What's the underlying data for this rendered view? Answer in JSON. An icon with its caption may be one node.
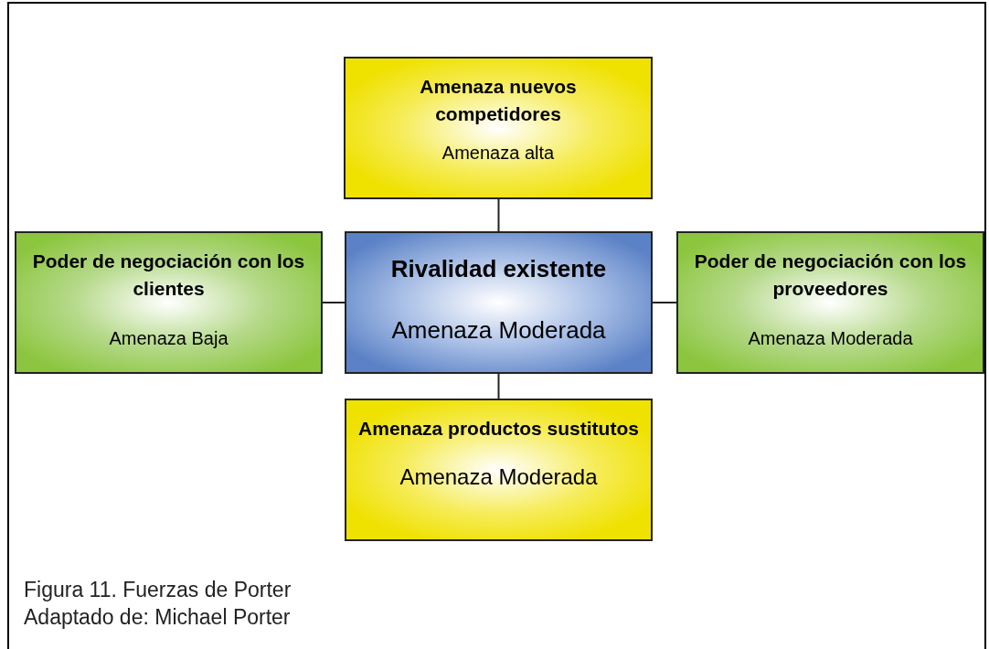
{
  "diagram": {
    "caption": "Figura 11. Fuerzas de Porter",
    "nodes": [
      {
        "text": [
          "Amenaza nuevos competidores",
          "Amenaza alta"
        ]
      },
      {
        "text": [
          "Poder de negociación con los clientes",
          "Amenaza Baja"
        ]
      },
      {
        "text": [
          "Rivalidad existente",
          "Amenaza Moderada"
        ]
      },
      {
        "text": [
          "Poder de negociación con los proveedores",
          "Amenaza Moderada"
        ]
      },
      {
        "text": [
          "Amenaza productos sustitutos",
          "Amenaza Moderada"
        ]
      }
    ],
    "edges": [
      {
        "from": 2,
        "to": 0,
        "arrow": "none"
      },
      {
        "from": 2,
        "to": 1,
        "arrow": "none"
      },
      {
        "from": 2,
        "to": 3,
        "arrow": "none"
      },
      {
        "from": 2,
        "to": 4,
        "arrow": "none"
      }
    ],
    "labels": [
      "Adaptado de: Michael Porter"
    ]
  }
}
